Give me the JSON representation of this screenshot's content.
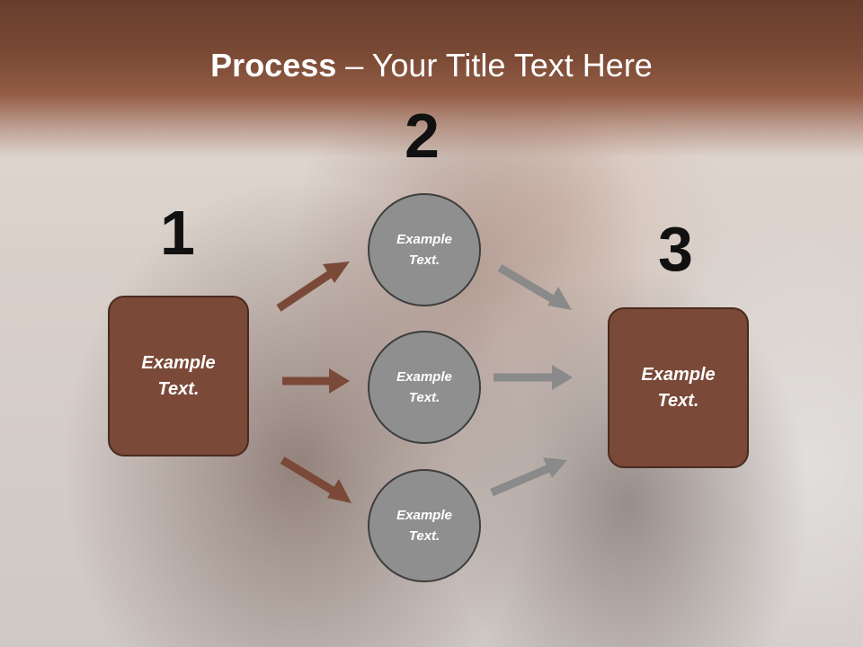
{
  "title": {
    "bold": "Process",
    "rest": " – Your Title Text Here"
  },
  "steps": [
    {
      "number": "1",
      "label_line1": "Example",
      "label_line2": "Text."
    },
    {
      "number": "2"
    },
    {
      "number": "3",
      "label_line1": "Example",
      "label_line2": "Text."
    }
  ],
  "circles": [
    {
      "label_line1": "Example",
      "label_line2": "Text."
    },
    {
      "label_line1": "Example",
      "label_line2": "Text."
    },
    {
      "label_line1": "Example",
      "label_line2": "Text."
    }
  ],
  "colors": {
    "brown": "#7a4938",
    "gray": "#8f8f8f",
    "arrow_brown": "#7a4938",
    "arrow_gray": "#8a8a8a"
  }
}
